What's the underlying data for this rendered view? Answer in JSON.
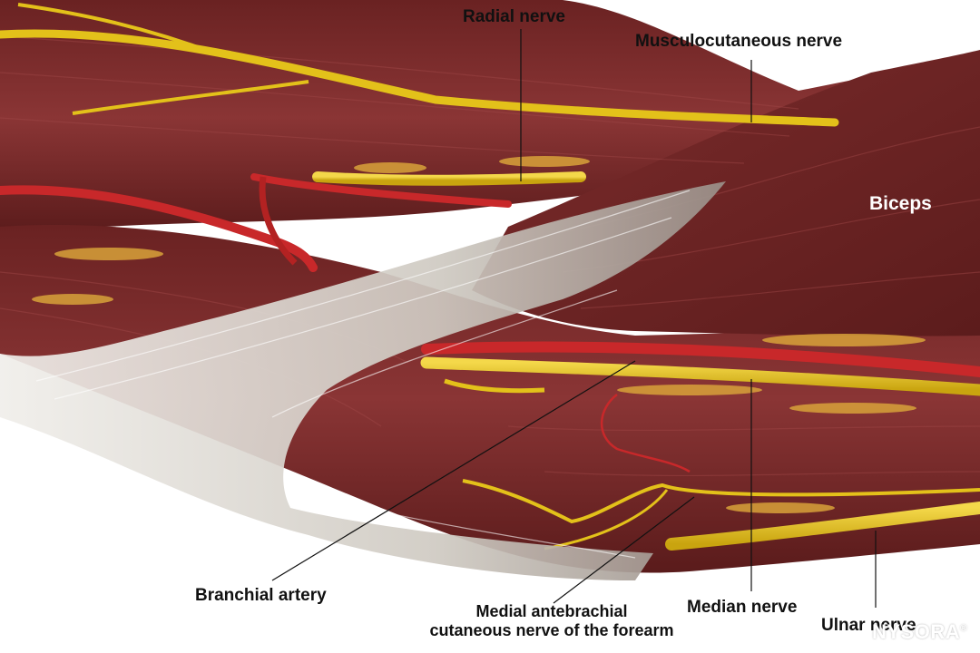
{
  "labels": {
    "radial_nerve": "Radial nerve",
    "musculocutaneous_nerve": "Musculocutaneous nerve",
    "biceps": "Biceps",
    "branchial_artery": "Branchial artery",
    "medial_antebrachial_line1": "Medial antebrachial",
    "medial_antebrachial_line2": "cutaneous nerve of the forearm",
    "median_nerve": "Median nerve",
    "ulnar_nerve": "Ulnar nerve"
  },
  "logo": {
    "text": "NYSORA",
    "mark": "®"
  },
  "colors": {
    "muscle": "#7a2a2a",
    "muscle_dark": "#4e1616",
    "nerve": "#e3c11a",
    "artery": "#c8282a",
    "tendon": "#d9d6d0",
    "background": "#ffffff"
  }
}
